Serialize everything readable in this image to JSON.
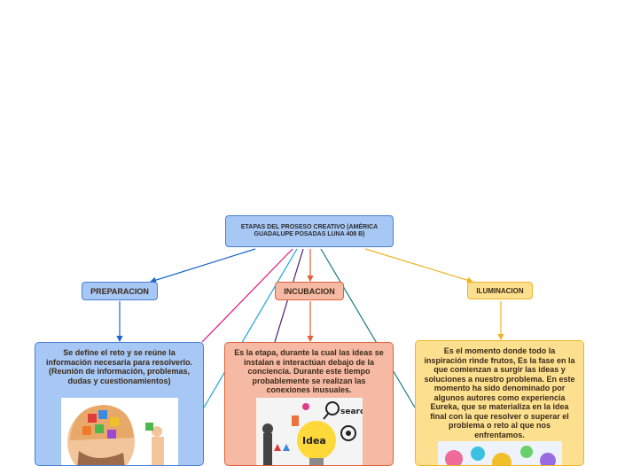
{
  "root": {
    "title": "ETAPAS DEL PROSESO CREATIVO (AMÉRICA GUADALUPE POSADAS LUNA 408 B)"
  },
  "topics": {
    "preparacion": {
      "label": "PREPARACION",
      "text": "Se define el reto y se reúne la información necesaria para resolverlo. (Reunión de información, problemas, dudas y cuestionamientos)",
      "image": "puzzle-head-illustration"
    },
    "incubacion": {
      "label": "INCUBACION",
      "text": "Es la etapa, durante la cual las ideas se instalan e interactúan debajo de la conciencia. Durante este tiempo probablemente se realizan las conexiones inusuales.",
      "image": "idea-lightbulb-collage",
      "image_text": {
        "search": "search",
        "idea": "Idea"
      }
    },
    "iluminacion": {
      "label": "ILUMINACION",
      "text": "Es el momento donde todo la inspiración rinde frutos, Es la fase en la que comienzan a surgir las ideas y soluciones a nuestro problema. En este momento ha sido denominado por algunos autores como experiencia Eureka, que se materializa en la idea final con la que resolver o superar el problema o reto al que nos enfrentamos.",
      "image": "colorful-doodle-illustration"
    }
  },
  "colors": {
    "blue": "#1a66cc",
    "orange": "#e0603a",
    "yellow": "#f0b429",
    "pink": "#e0157a",
    "cyan": "#1aa3d6",
    "purple": "#4a1a7a",
    "teal": "#1a7a7a"
  }
}
